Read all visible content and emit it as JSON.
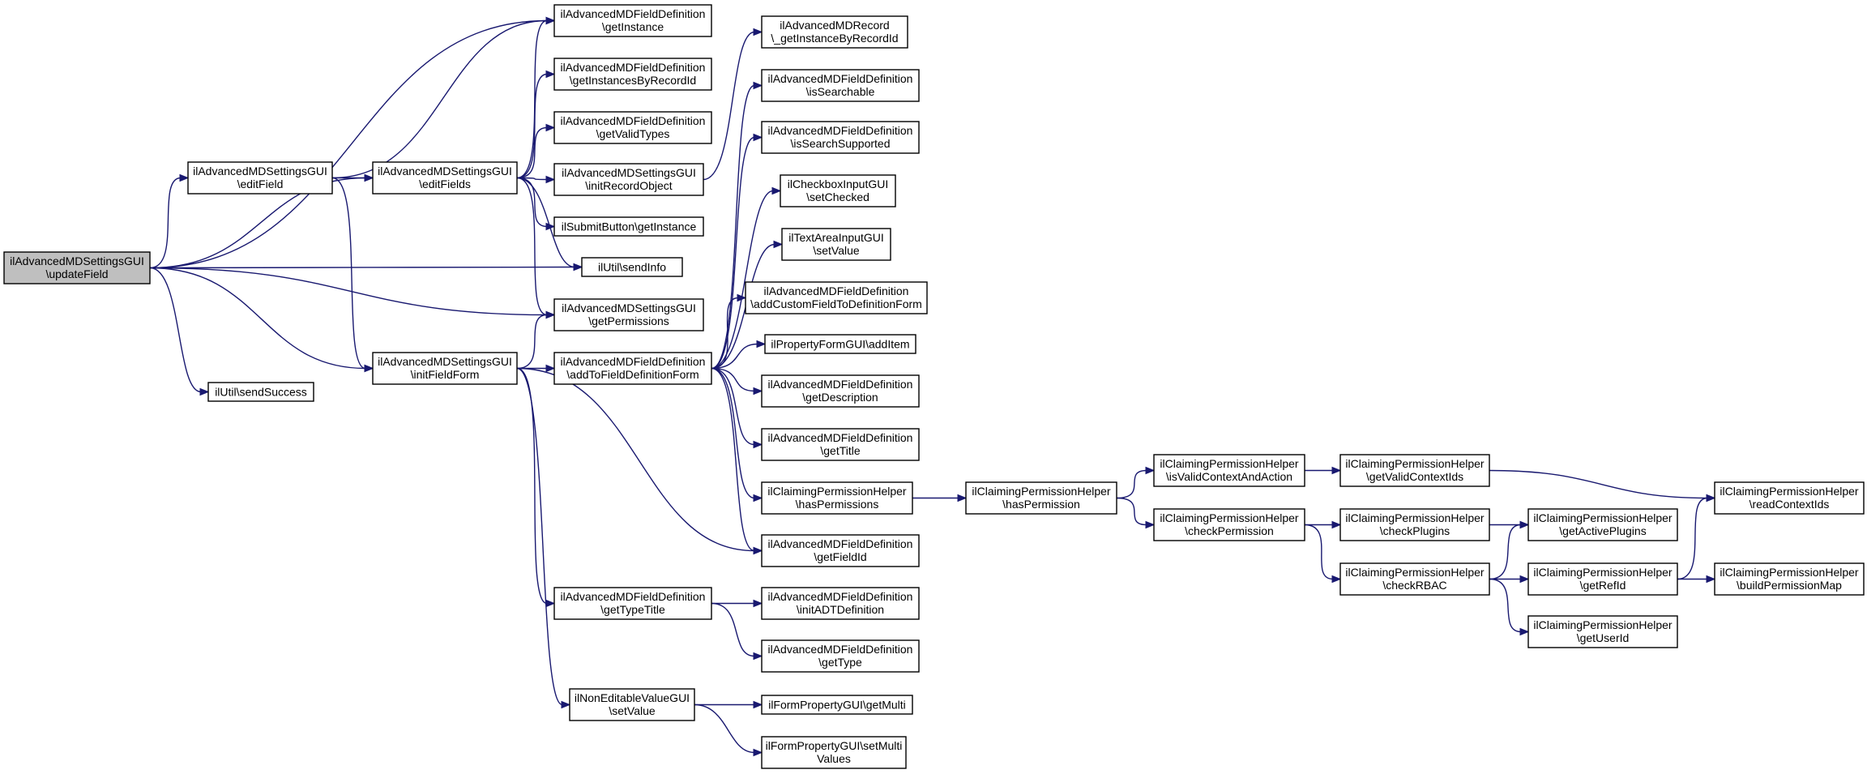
{
  "diagram": {
    "nodes": [
      {
        "id": "updateField",
        "lines": [
          "ilAdvancedMDSettingsGUI",
          "\\updateField"
        ],
        "root": true
      },
      {
        "id": "editField",
        "lines": [
          "ilAdvancedMDSettingsGUI",
          "\\editField"
        ]
      },
      {
        "id": "sendSuccess",
        "lines": [
          "ilUtil\\sendSuccess"
        ]
      },
      {
        "id": "editFields",
        "lines": [
          "ilAdvancedMDSettingsGUI",
          "\\editFields"
        ]
      },
      {
        "id": "initFieldForm",
        "lines": [
          "ilAdvancedMDSettingsGUI",
          "\\initFieldForm"
        ]
      },
      {
        "id": "getInstance",
        "lines": [
          "ilAdvancedMDFieldDefinition",
          "\\getInstance"
        ]
      },
      {
        "id": "getInstancesByRecordId",
        "lines": [
          "ilAdvancedMDFieldDefinition",
          "\\getInstancesByRecordId"
        ]
      },
      {
        "id": "getValidTypes",
        "lines": [
          "ilAdvancedMDFieldDefinition",
          "\\getValidTypes"
        ]
      },
      {
        "id": "initRecordObject",
        "lines": [
          "ilAdvancedMDSettingsGUI",
          "\\initRecordObject"
        ]
      },
      {
        "id": "submitGetInstance",
        "lines": [
          "ilSubmitButton\\getInstance"
        ]
      },
      {
        "id": "sendInfo",
        "lines": [
          "ilUtil\\sendInfo"
        ]
      },
      {
        "id": "getPermissions",
        "lines": [
          "ilAdvancedMDSettingsGUI",
          "\\getPermissions"
        ]
      },
      {
        "id": "addToFieldDefinitionForm",
        "lines": [
          "ilAdvancedMDFieldDefinition",
          "\\addToFieldDefinitionForm"
        ]
      },
      {
        "id": "getTypeTitle",
        "lines": [
          "ilAdvancedMDFieldDefinition",
          "\\getTypeTitle"
        ]
      },
      {
        "id": "nonEditSetValue",
        "lines": [
          "ilNonEditableValueGUI",
          "\\setValue"
        ]
      },
      {
        "id": "getInstanceByRecordId",
        "lines": [
          "ilAdvancedMDRecord",
          "\\_getInstanceByRecordId"
        ]
      },
      {
        "id": "isSearchable",
        "lines": [
          "ilAdvancedMDFieldDefinition",
          "\\isSearchable"
        ]
      },
      {
        "id": "isSearchSupported",
        "lines": [
          "ilAdvancedMDFieldDefinition",
          "\\isSearchSupported"
        ]
      },
      {
        "id": "setChecked",
        "lines": [
          "ilCheckboxInputGUI",
          "\\setChecked"
        ]
      },
      {
        "id": "textAreaSetValue",
        "lines": [
          "ilTextAreaInputGUI",
          "\\setValue"
        ]
      },
      {
        "id": "addCustomField",
        "lines": [
          "ilAdvancedMDFieldDefinition",
          "\\addCustomFieldToDefinitionForm"
        ]
      },
      {
        "id": "addItem",
        "lines": [
          "ilPropertyFormGUI\\addItem"
        ]
      },
      {
        "id": "getDescription",
        "lines": [
          "ilAdvancedMDFieldDefinition",
          "\\getDescription"
        ]
      },
      {
        "id": "getTitle",
        "lines": [
          "ilAdvancedMDFieldDefinition",
          "\\getTitle"
        ]
      },
      {
        "id": "hasPermissions",
        "lines": [
          "ilClaimingPermissionHelper",
          "\\hasPermissions"
        ]
      },
      {
        "id": "getFieldId",
        "lines": [
          "ilAdvancedMDFieldDefinition",
          "\\getFieldId"
        ]
      },
      {
        "id": "initADTDefinition",
        "lines": [
          "ilAdvancedMDFieldDefinition",
          "\\initADTDefinition"
        ]
      },
      {
        "id": "getType",
        "lines": [
          "ilAdvancedMDFieldDefinition",
          "\\getType"
        ]
      },
      {
        "id": "getMulti",
        "lines": [
          "ilFormPropertyGUI\\getMulti"
        ]
      },
      {
        "id": "setMultiValues",
        "lines": [
          "ilFormPropertyGUI\\setMulti",
          "Values"
        ]
      },
      {
        "id": "hasPermission",
        "lines": [
          "ilClaimingPermissionHelper",
          "\\hasPermission"
        ]
      },
      {
        "id": "isValidContextAndAction",
        "lines": [
          "ilClaimingPermissionHelper",
          "\\isValidContextAndAction"
        ]
      },
      {
        "id": "checkPermission",
        "lines": [
          "ilClaimingPermissionHelper",
          "\\checkPermission"
        ]
      },
      {
        "id": "getValidContextIds",
        "lines": [
          "ilClaimingPermissionHelper",
          "\\getValidContextIds"
        ]
      },
      {
        "id": "checkPlugins",
        "lines": [
          "ilClaimingPermissionHelper",
          "\\checkPlugins"
        ]
      },
      {
        "id": "checkRBAC",
        "lines": [
          "ilClaimingPermissionHelper",
          "\\checkRBAC"
        ]
      },
      {
        "id": "getActivePlugins",
        "lines": [
          "ilClaimingPermissionHelper",
          "\\getActivePlugins"
        ]
      },
      {
        "id": "getRefId",
        "lines": [
          "ilClaimingPermissionHelper",
          "\\getRefId"
        ]
      },
      {
        "id": "getUserId",
        "lines": [
          "ilClaimingPermissionHelper",
          "\\getUserId"
        ]
      },
      {
        "id": "readContextIds",
        "lines": [
          "ilClaimingPermissionHelper",
          "\\readContextIds"
        ]
      },
      {
        "id": "buildPermissionMap",
        "lines": [
          "ilClaimingPermissionHelper",
          "\\buildPermissionMap"
        ]
      }
    ],
    "edges": [
      [
        "updateField",
        "getInstance"
      ],
      [
        "updateField",
        "editField"
      ],
      [
        "updateField",
        "editFields"
      ],
      [
        "updateField",
        "sendInfo"
      ],
      [
        "updateField",
        "getPermissions"
      ],
      [
        "updateField",
        "initFieldForm"
      ],
      [
        "updateField",
        "sendSuccess"
      ],
      [
        "editField",
        "getInstance"
      ],
      [
        "editField",
        "editFields"
      ],
      [
        "editField",
        "initFieldForm"
      ],
      [
        "editFields",
        "getInstance"
      ],
      [
        "editFields",
        "getInstancesByRecordId"
      ],
      [
        "editFields",
        "getValidTypes"
      ],
      [
        "editFields",
        "initRecordObject"
      ],
      [
        "editFields",
        "submitGetInstance"
      ],
      [
        "editFields",
        "sendInfo"
      ],
      [
        "editFields",
        "getPermissions"
      ],
      [
        "initRecordObject",
        "getInstanceByRecordId"
      ],
      [
        "initFieldForm",
        "getPermissions"
      ],
      [
        "initFieldForm",
        "addToFieldDefinitionForm"
      ],
      [
        "initFieldForm",
        "getFieldId"
      ],
      [
        "initFieldForm",
        "getTypeTitle"
      ],
      [
        "initFieldForm",
        "nonEditSetValue"
      ],
      [
        "addToFieldDefinitionForm",
        "isSearchable"
      ],
      [
        "addToFieldDefinitionForm",
        "isSearchSupported"
      ],
      [
        "addToFieldDefinitionForm",
        "setChecked"
      ],
      [
        "addToFieldDefinitionForm",
        "textAreaSetValue"
      ],
      [
        "addToFieldDefinitionForm",
        "addCustomField"
      ],
      [
        "addToFieldDefinitionForm",
        "addItem"
      ],
      [
        "addToFieldDefinitionForm",
        "getDescription"
      ],
      [
        "addToFieldDefinitionForm",
        "getTitle"
      ],
      [
        "addToFieldDefinitionForm",
        "hasPermissions"
      ],
      [
        "addToFieldDefinitionForm",
        "getFieldId"
      ],
      [
        "getTypeTitle",
        "initADTDefinition"
      ],
      [
        "getTypeTitle",
        "getType"
      ],
      [
        "nonEditSetValue",
        "getMulti"
      ],
      [
        "nonEditSetValue",
        "setMultiValues"
      ],
      [
        "hasPermissions",
        "hasPermission"
      ],
      [
        "hasPermission",
        "isValidContextAndAction"
      ],
      [
        "hasPermission",
        "checkPermission"
      ],
      [
        "isValidContextAndAction",
        "getValidContextIds"
      ],
      [
        "getValidContextIds",
        "readContextIds"
      ],
      [
        "checkPermission",
        "checkPlugins"
      ],
      [
        "checkPermission",
        "checkRBAC"
      ],
      [
        "checkPlugins",
        "getActivePlugins"
      ],
      [
        "checkRBAC",
        "getActivePlugins"
      ],
      [
        "checkRBAC",
        "getRefId"
      ],
      [
        "checkRBAC",
        "getUserId"
      ],
      [
        "getRefId",
        "readContextIds"
      ],
      [
        "getRefId",
        "buildPermissionMap"
      ]
    ]
  }
}
